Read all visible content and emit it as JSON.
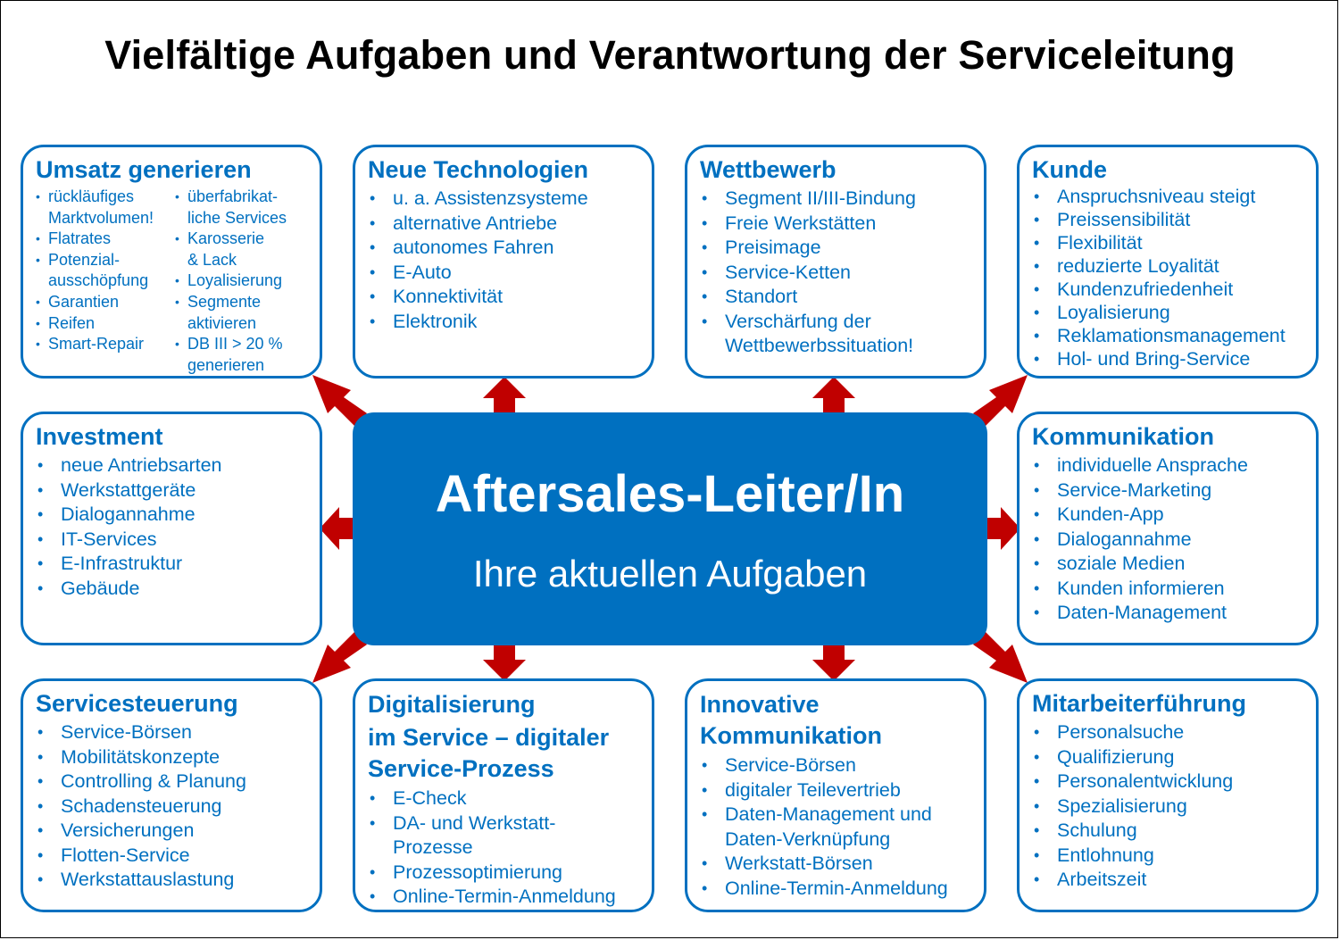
{
  "title": "Vielfältige Aufgaben und Verantwortung der Serviceleitung",
  "center": {
    "title": "Aftersales-Leiter/In",
    "subtitle": "Ihre aktuellen Aufgaben"
  },
  "colors": {
    "box_blue": "#0070c0",
    "arrow_red": "#c00000"
  },
  "boxes": {
    "umsatz": {
      "title": "Umsatz generieren",
      "col1": [
        "rückläufiges",
        "Marktvolumen!",
        "Flatrates",
        "Potenzial-",
        "ausschöpfung",
        "Garantien",
        "Reifen",
        "Smart-Repair"
      ],
      "col2": [
        "überfabrikat-",
        "liche Services",
        "Karosserie",
        "& Lack",
        "Loyalisierung",
        "Segmente",
        "aktivieren",
        "DB III > 20 %",
        "generieren"
      ]
    },
    "technologien": {
      "title": "Neue Technologien",
      "items": [
        "u. a. Assistenzsysteme",
        "alternative Antriebe",
        "autonomes Fahren",
        "E-Auto",
        "Konnektivität",
        "Elektronik"
      ]
    },
    "wettbewerb": {
      "title": "Wettbewerb",
      "items": [
        "Segment II/III-Bindung",
        "Freie Werkstätten",
        "Preisimage",
        "Service-Ketten",
        "Standort",
        "Verschärfung der",
        "Wettbewerbssituation!"
      ]
    },
    "kunde": {
      "title": "Kunde",
      "items": [
        "Anspruchsniveau steigt",
        "Preissensibilität",
        "Flexibilität",
        "reduzierte Loyalität",
        "Kundenzufriedenheit",
        "Loyalisierung",
        "Reklamationsmanagement",
        "Hol- und Bring-Service"
      ]
    },
    "investment": {
      "title": "Investment",
      "items": [
        "neue Antriebsarten",
        "Werkstattgeräte",
        "Dialogannahme",
        "IT-Services",
        "E-Infrastruktur",
        "Gebäude"
      ]
    },
    "kommunikation": {
      "title": "Kommunikation",
      "items": [
        "individuelle Ansprache",
        "Service-Marketing",
        "Kunden-App",
        "Dialogannahme",
        "soziale Medien",
        "Kunden informieren",
        "Daten-Management"
      ]
    },
    "servicesteuerung": {
      "title": "Servicesteuerung",
      "items": [
        "Service-Börsen",
        "Mobilitätskonzepte",
        "Controlling & Planung",
        "Schadensteuerung",
        "Versicherungen",
        "Flotten-Service",
        "Werkstattauslastung"
      ]
    },
    "digitalisierung": {
      "title_lines": [
        "Digitalisierung",
        "im Service – digitaler",
        "Service-Prozess"
      ],
      "items": [
        "E-Check",
        "DA- und Werkstatt-",
        "Prozesse",
        "Prozessoptimierung",
        "Online-Termin-Anmeldung"
      ]
    },
    "innovative": {
      "title_lines": [
        "Innovative",
        "Kommunikation"
      ],
      "items": [
        "Service-Börsen",
        "digitaler Teilevertrieb",
        "Daten-Management und",
        "Daten-Verknüpfung",
        "Werkstatt-Börsen",
        "Online-Termin-Anmeldung"
      ]
    },
    "mitarbeiter": {
      "title": "Mitarbeiterführung",
      "items": [
        "Personalsuche",
        "Qualifizierung",
        "Personalentwicklung",
        "Spezialisierung",
        "Schulung",
        "Entlohnung",
        "Arbeitszeit"
      ]
    }
  }
}
